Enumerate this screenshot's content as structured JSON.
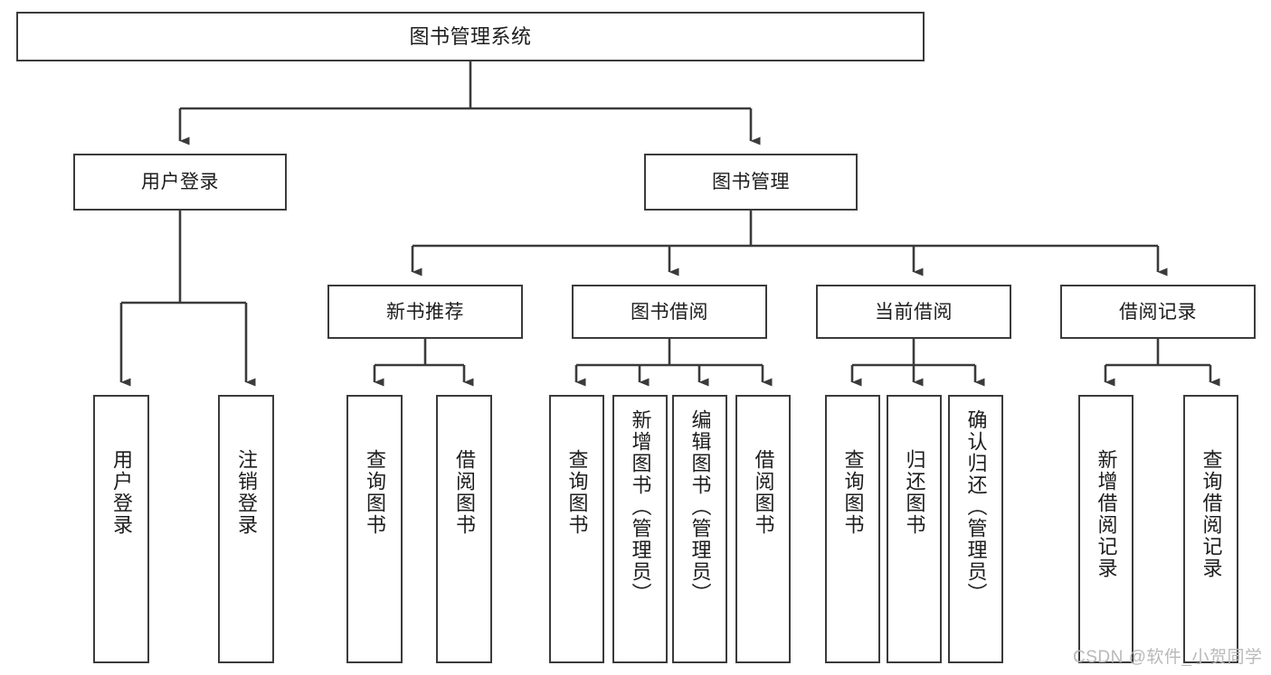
{
  "diagram": {
    "title": "图书管理系统",
    "type": "tree",
    "colors": {
      "stroke": "#3b3b3b",
      "fill": "#ffffff",
      "text": "#1d1d1d",
      "watermark": "#b9b9b9"
    },
    "root": {
      "label": "图书管理系统"
    },
    "level2": [
      {
        "label": "用户登录"
      },
      {
        "label": "图书管理"
      }
    ],
    "level3": [
      {
        "label": "新书推荐"
      },
      {
        "label": "图书借阅"
      },
      {
        "label": "当前借阅"
      },
      {
        "label": "借阅记录"
      }
    ],
    "leaves": {
      "user_login": [
        {
          "label": "用户登录"
        },
        {
          "label": "注销登录"
        }
      ],
      "new_book": [
        {
          "label": "查询图书"
        },
        {
          "label": "借阅图书"
        }
      ],
      "borrow": [
        {
          "label": "查询图书"
        },
        {
          "label": "新增图书（管理员）"
        },
        {
          "label": "编辑图书（管理员）"
        },
        {
          "label": "借阅图书"
        }
      ],
      "current": [
        {
          "label": "查询图书"
        },
        {
          "label": "归还图书"
        },
        {
          "label": "确认归还（管理员）"
        }
      ],
      "records": [
        {
          "label": "新增借阅记录"
        },
        {
          "label": "查询借阅记录"
        }
      ]
    }
  },
  "watermark": {
    "text": "CSDN @软件_小贺同学"
  }
}
